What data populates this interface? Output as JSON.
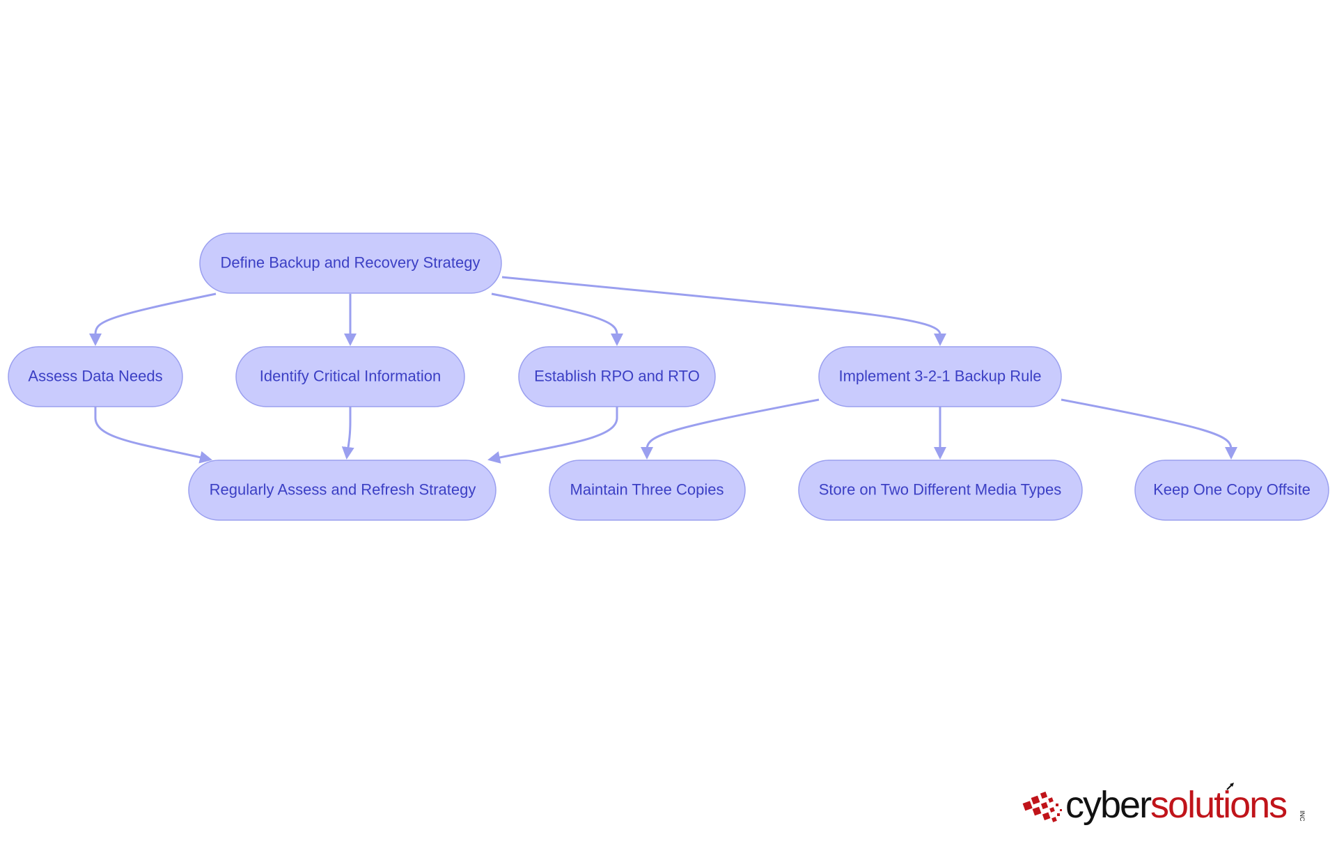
{
  "diagram": {
    "nodes": [
      {
        "id": "define",
        "label": "Define Backup and Recovery Strategy"
      },
      {
        "id": "assess",
        "label": "Assess Data Needs"
      },
      {
        "id": "identify",
        "label": "Identify Critical Information"
      },
      {
        "id": "establish",
        "label": "Establish RPO and RTO"
      },
      {
        "id": "implement",
        "label": "Implement 3-2-1 Backup Rule"
      },
      {
        "id": "refresh",
        "label": "Regularly Assess and Refresh Strategy"
      },
      {
        "id": "three",
        "label": "Maintain Three Copies"
      },
      {
        "id": "two",
        "label": "Store on Two Different Media Types"
      },
      {
        "id": "offsite",
        "label": "Keep One Copy Offsite"
      }
    ],
    "edges": [
      {
        "from": "define",
        "to": "assess"
      },
      {
        "from": "define",
        "to": "identify"
      },
      {
        "from": "define",
        "to": "establish"
      },
      {
        "from": "define",
        "to": "implement"
      },
      {
        "from": "assess",
        "to": "refresh"
      },
      {
        "from": "identify",
        "to": "refresh"
      },
      {
        "from": "establish",
        "to": "refresh"
      },
      {
        "from": "implement",
        "to": "three"
      },
      {
        "from": "implement",
        "to": "two"
      },
      {
        "from": "implement",
        "to": "offsite"
      }
    ],
    "colors": {
      "node_fill": "#c9cbfd",
      "node_stroke": "#9a9fef",
      "node_text": "#3b3fc4",
      "edge": "#9a9fef"
    }
  },
  "logo": {
    "brand_part1": "cyber",
    "brand_part2": "solutions",
    "suffix": "INC",
    "colors": {
      "part1": "#111111",
      "part2": "#c0141a"
    }
  }
}
